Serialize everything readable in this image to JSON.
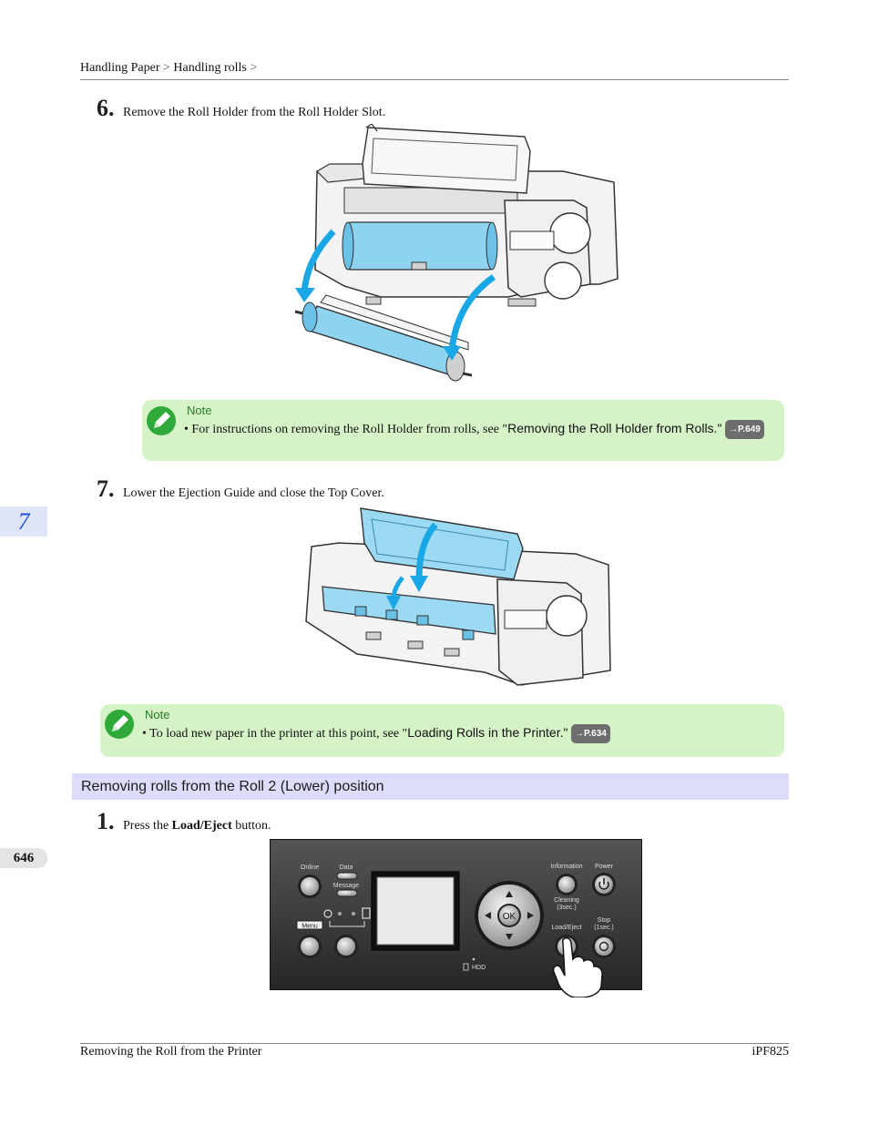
{
  "breadcrumb": {
    "part1": "Handling Paper",
    "sep1": ">",
    "part2": "Handling rolls",
    "sep2": ">"
  },
  "steps": [
    {
      "number": "6.",
      "text": "Remove the Roll Holder from the Roll Holder Slot."
    },
    {
      "number": "7.",
      "text": "Lower the Ejection Guide and close the Top Cover."
    },
    {
      "number": "1.",
      "text_before": "Press the ",
      "text_bold": "Load/Eject",
      "text_after": " button."
    }
  ],
  "notes": [
    {
      "title": "Note",
      "bullet": "•",
      "text": "For instructions on removing the Roll Holder from rolls, see \"",
      "link": "Removing the Roll Holder from Rolls.",
      "text_after": "\"",
      "page_ref": "→P.649"
    },
    {
      "title": "Note",
      "bullet": "•",
      "text": "To load new paper in the printer at this point, see \"",
      "link": "Loading Rolls in the Printer.",
      "text_after": "\"",
      "page_ref": "→P.634"
    }
  ],
  "section_heading": "Removing rolls from the Roll 2 (Lower) position",
  "chapter_tab": "7",
  "page_number": "646",
  "footer": {
    "left": "Removing the Roll from the Printer",
    "right": "iPF825"
  },
  "control_panel": {
    "online": "Online",
    "data": "Data",
    "message": "Message",
    "menu": "Menu",
    "information": "Information",
    "power": "Power",
    "cleaning": "Cleaning",
    "cleaning_sub": "(3sec.)",
    "load_eject": "Load/Eject",
    "stop": "Stop",
    "stop_sub": "(1sec.)",
    "ok": "OK",
    "hdd": "HDD"
  },
  "colors": {
    "note_bg": "#d5f3c6",
    "section_bg": "#dedcfb",
    "highlight_blue": "#7ecff0",
    "arrow_blue": "#1aa7e6",
    "chapter_blue": "#1a4fe0"
  }
}
